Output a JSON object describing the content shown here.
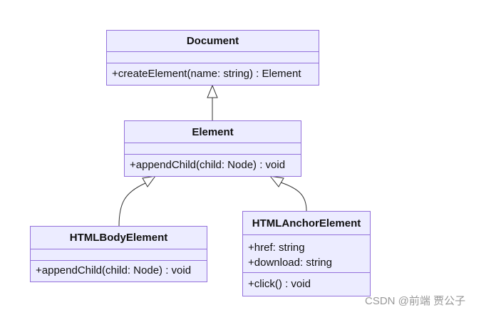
{
  "diagram": {
    "classes": {
      "document": {
        "name": "Document",
        "attributes": [],
        "methods": [
          "+createElement(name: string) : Element"
        ]
      },
      "element": {
        "name": "Element",
        "attributes": [],
        "methods": [
          "+appendChild(child: Node) : void"
        ]
      },
      "html_body_element": {
        "name": "HTMLBodyElement",
        "attributes": [],
        "methods": [
          "+appendChild(child: Node) : void"
        ]
      },
      "html_anchor_element": {
        "name": "HTMLAnchorElement",
        "attributes": [
          "+href: string",
          "+download: string"
        ],
        "methods": [
          "+click() : void"
        ]
      }
    },
    "relations": [
      {
        "type": "inheritance",
        "from": "Element",
        "to": "Document"
      },
      {
        "type": "inheritance",
        "from": "HTMLBodyElement",
        "to": "Element"
      },
      {
        "type": "inheritance",
        "from": "HTMLAnchorElement",
        "to": "Element"
      }
    ],
    "colors": {
      "box_fill": "#ececff",
      "box_border": "#9370db",
      "connector": "#333333"
    }
  },
  "watermark": "CSDN @前端 贾公子"
}
